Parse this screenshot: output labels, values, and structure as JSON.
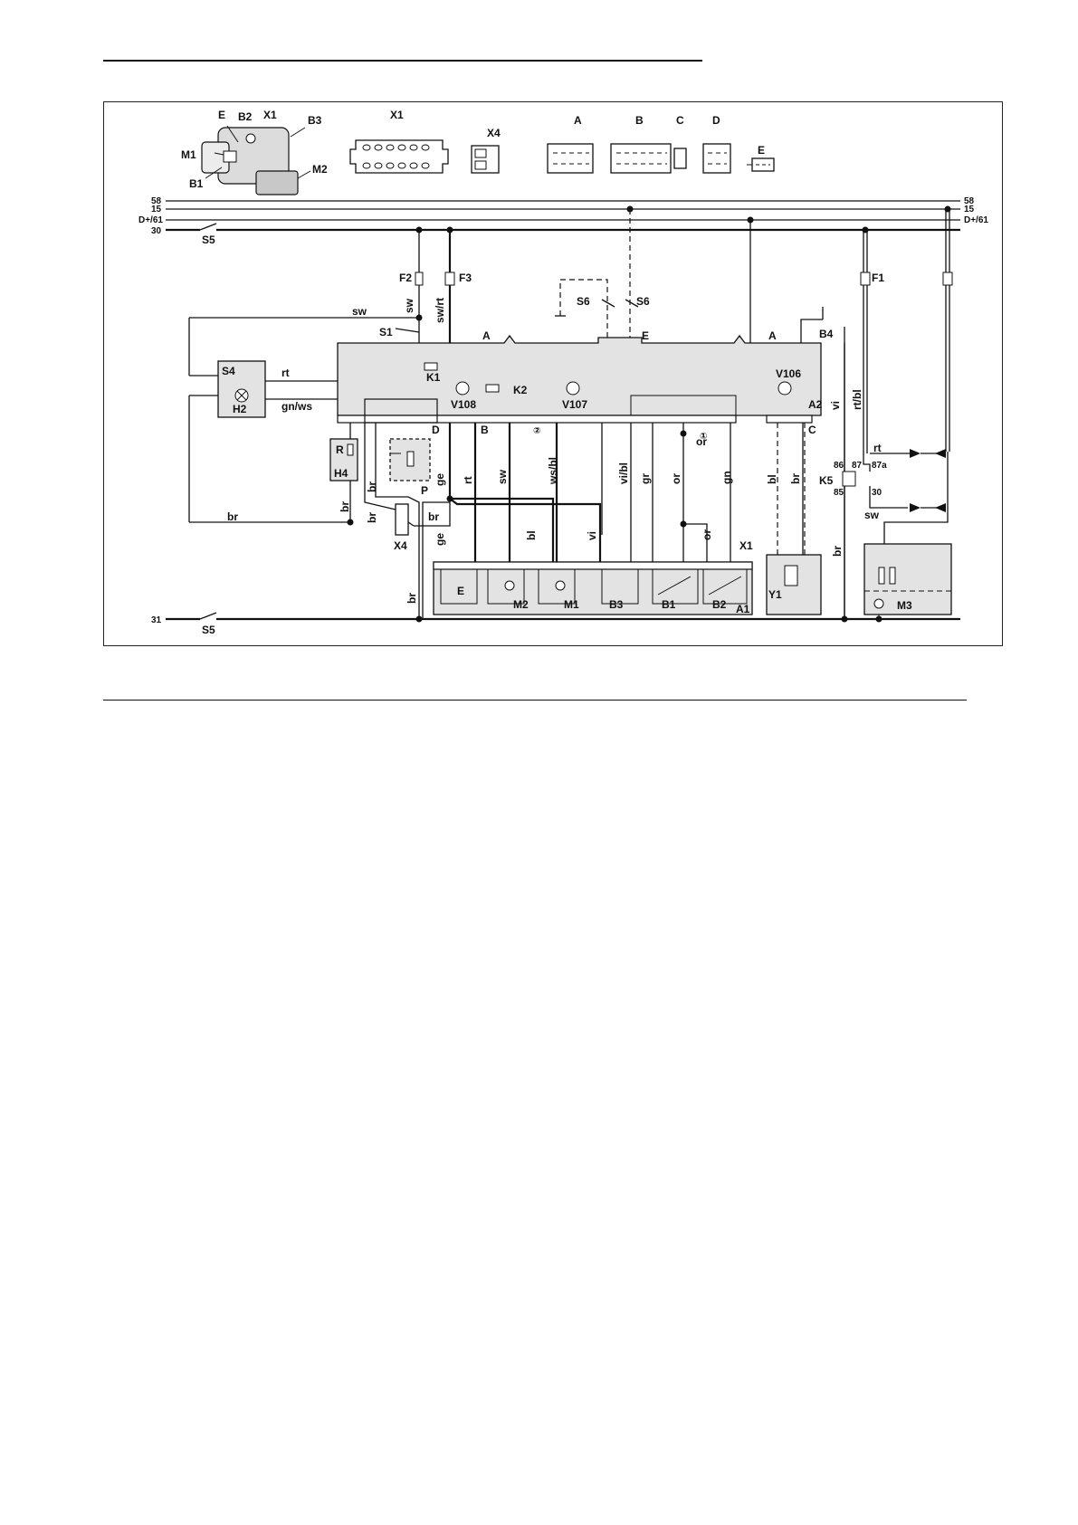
{
  "bus": {
    "l58": "58",
    "l15": "15",
    "ld61": "D+/61",
    "l30": "30",
    "l31": "31"
  },
  "parts": {
    "S5a": "S5",
    "S5b": "S5",
    "F1": "F1",
    "F2": "F2",
    "F3": "F3",
    "S1": "S1",
    "S4": "S4",
    "H2": "H2",
    "H4": "H4",
    "R": "R",
    "P": "P",
    "S6a": "S6",
    "S6b": "S6",
    "K1": "K1",
    "K2": "K2",
    "K5": "K5",
    "V106": "V106",
    "V107": "V107",
    "V108": "V108",
    "A1": "A1",
    "A2": "A2",
    "B1": "B1",
    "B2": "B2",
    "B3": "B3",
    "B4": "B4",
    "M1": "M1",
    "M2": "M2",
    "M3": "M3",
    "Y1": "Y1",
    "X1": "X1",
    "X4": "X4",
    "E": "E"
  },
  "connectors": {
    "A": "A",
    "B": "B",
    "C": "C",
    "D": "D",
    "E": "E",
    "X1": "X1",
    "X4": "X4"
  },
  "photo": {
    "E": "E",
    "B2": "B2",
    "X1": "X1",
    "B3": "B3",
    "M1": "M1",
    "B1": "B1",
    "M2": "M2"
  },
  "wires": {
    "sw": "sw",
    "swrt": "sw/rt",
    "rt": "rt",
    "gnws": "gn/ws",
    "br": "br",
    "ge": "ge",
    "wsbl": "ws/bl",
    "vibl": "vi/bl",
    "gr": "gr",
    "or": "or",
    "gn": "gn",
    "bl": "bl",
    "vi": "vi",
    "rtbl": "rt/bl"
  },
  "markers": {
    "m1": "①",
    "m2": "②"
  },
  "relay": {
    "p86": "86",
    "p87": "87",
    "p87a": "87a",
    "p85": "85",
    "p30": "30"
  }
}
